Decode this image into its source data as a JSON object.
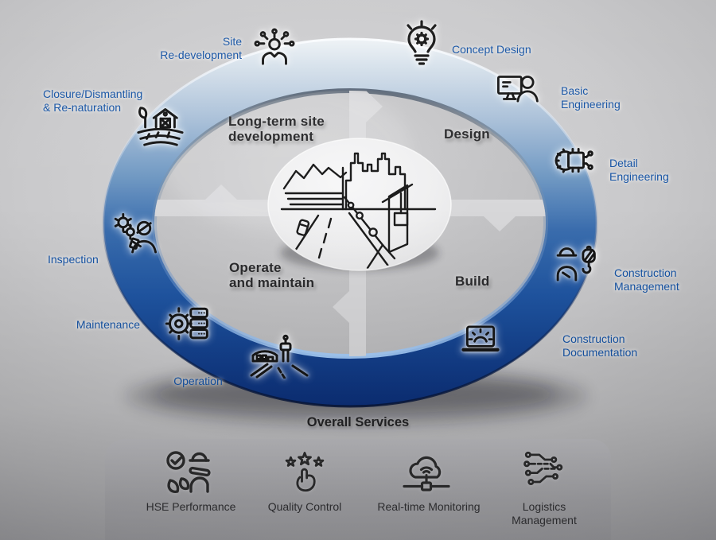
{
  "lifecycle": {
    "center_illustration": "infrastructure-city-road-crane-scene",
    "flow_direction": "clockwise",
    "quadrants": {
      "top_left": "Long-term site\ndevelopment",
      "top_right": "Design",
      "bottom_right": "Build",
      "bottom_left": "Operate\nand maintain"
    },
    "stages": [
      {
        "id": "site-redevelopment",
        "label": "Site\nRe-development",
        "icon": "people-network-icon"
      },
      {
        "id": "concept-design",
        "label": "Concept Design",
        "icon": "idea-bulb-gear-icon"
      },
      {
        "id": "basic-engineering",
        "label": "Basic\nEngineering",
        "icon": "monitor-engineer-icon"
      },
      {
        "id": "detail-engineering",
        "label": "Detail\nEngineering",
        "icon": "chip-gear-circuit-icon"
      },
      {
        "id": "construction-management",
        "label": "Construction\nManagement",
        "icon": "worker-crane-hook-icon"
      },
      {
        "id": "construction-documentation",
        "label": "Construction\nDocumentation",
        "icon": "laptop-gear-icon"
      },
      {
        "id": "operation",
        "label": "Operation",
        "icon": "airport-tower-runway-icon"
      },
      {
        "id": "maintenance",
        "label": "Maintenance",
        "icon": "gear-server-icon"
      },
      {
        "id": "inspection",
        "label": "Inspection",
        "icon": "inspector-gears-icon"
      },
      {
        "id": "closure-dismantling",
        "label": "Closure/Dismantling\n& Re-naturation",
        "icon": "farm-renaturation-icon"
      }
    ]
  },
  "services": {
    "title": "Overall Services",
    "items": [
      {
        "id": "hse-performance",
        "label": "HSE Performance",
        "icon": "check-worker-leaves-icon"
      },
      {
        "id": "quality-control",
        "label": "Quality Control",
        "icon": "stars-hand-icon"
      },
      {
        "id": "realtime-monitoring",
        "label": "Real-time Monitoring",
        "icon": "cloud-network-icon"
      },
      {
        "id": "logistics-management",
        "label": "Logistics\nManagement",
        "icon": "circuit-nodes-icon"
      }
    ]
  },
  "colors": {
    "stage_label_blue": "#1553A4",
    "ring_blue_dark": "#0C2F78",
    "ring_blue_light": "#D5E0EA",
    "quadrant_text": "#2B2B2D",
    "background_gray": "#C6C6C8"
  }
}
